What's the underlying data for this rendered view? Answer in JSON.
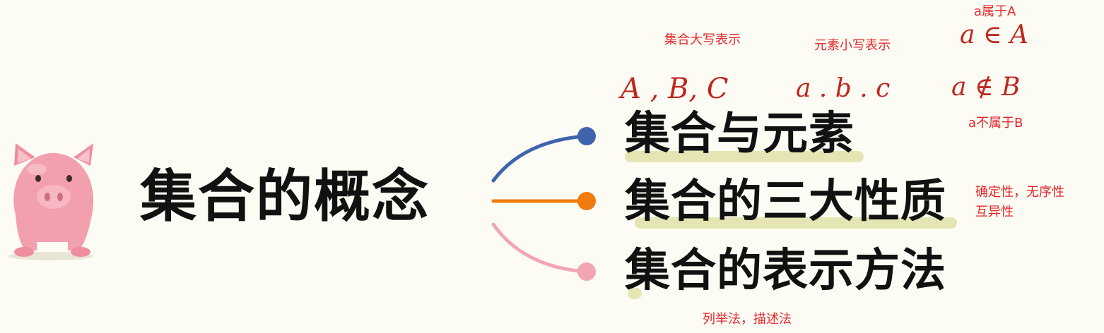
{
  "title": "集合的概念",
  "branches": [
    {
      "label": "集合与元素",
      "color": "#3f64ad"
    },
    {
      "label": "集合的三大性质",
      "color": "#f07c0f"
    },
    {
      "label": "集合的表示方法",
      "color": "#f2a6b4"
    }
  ],
  "annotations": {
    "set_uppercase_note": "集合大写表示",
    "element_lowercase_note": "元素小写表示",
    "belongs_note": "a属于A",
    "not_belongs_note": "a不属于B",
    "properties_note_line1": "确定性，无序性",
    "properties_note_line2": "互异性",
    "methods_note": "列举法，描述法"
  },
  "handwriting": {
    "sets": "A , B, C",
    "elements": "a . b . c",
    "belongs": "a ∈ A",
    "not_belongs": "a ∉ B"
  },
  "colors": {
    "background": "#fdfcf4",
    "annotation_red": "#e4262a",
    "handwriting_red": "#c0271f",
    "highlight": "#dfe0a6",
    "pig_pink": "#f2a0ad"
  },
  "icons": {
    "mascot": "piggy-bank-icon"
  }
}
